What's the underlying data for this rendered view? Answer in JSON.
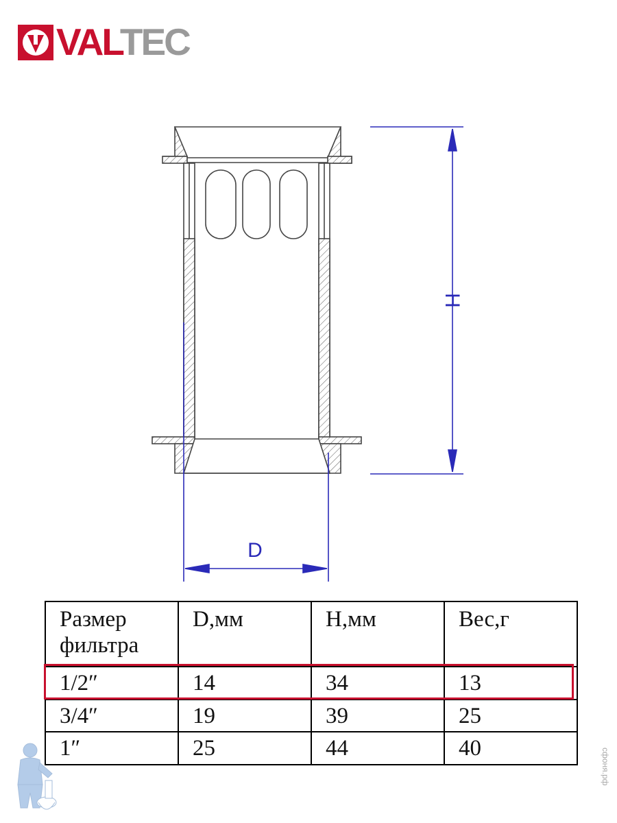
{
  "brand": {
    "logo_part1": "VAL",
    "logo_part2": "TEC",
    "logo_icon": "valve-shield-icon",
    "colors": {
      "red": "#c8102e",
      "gray": "#9a9a9a",
      "dimension": "#2a2ab8"
    }
  },
  "drawing": {
    "dimension_height_label": "H",
    "dimension_diameter_label": "D"
  },
  "table": {
    "headers": [
      "Размер\nфильтра",
      "D,мм",
      "H,мм",
      "Вес,г"
    ],
    "rows": [
      [
        "1/2″",
        "14",
        "34",
        "13"
      ],
      [
        "3/4″",
        "19",
        "39",
        "25"
      ],
      [
        "1″",
        "25",
        "44",
        "40"
      ]
    ],
    "highlighted_row_index": 0
  },
  "watermark": "сфоня.рф",
  "mascot_icon": "plumber-mascot-icon"
}
